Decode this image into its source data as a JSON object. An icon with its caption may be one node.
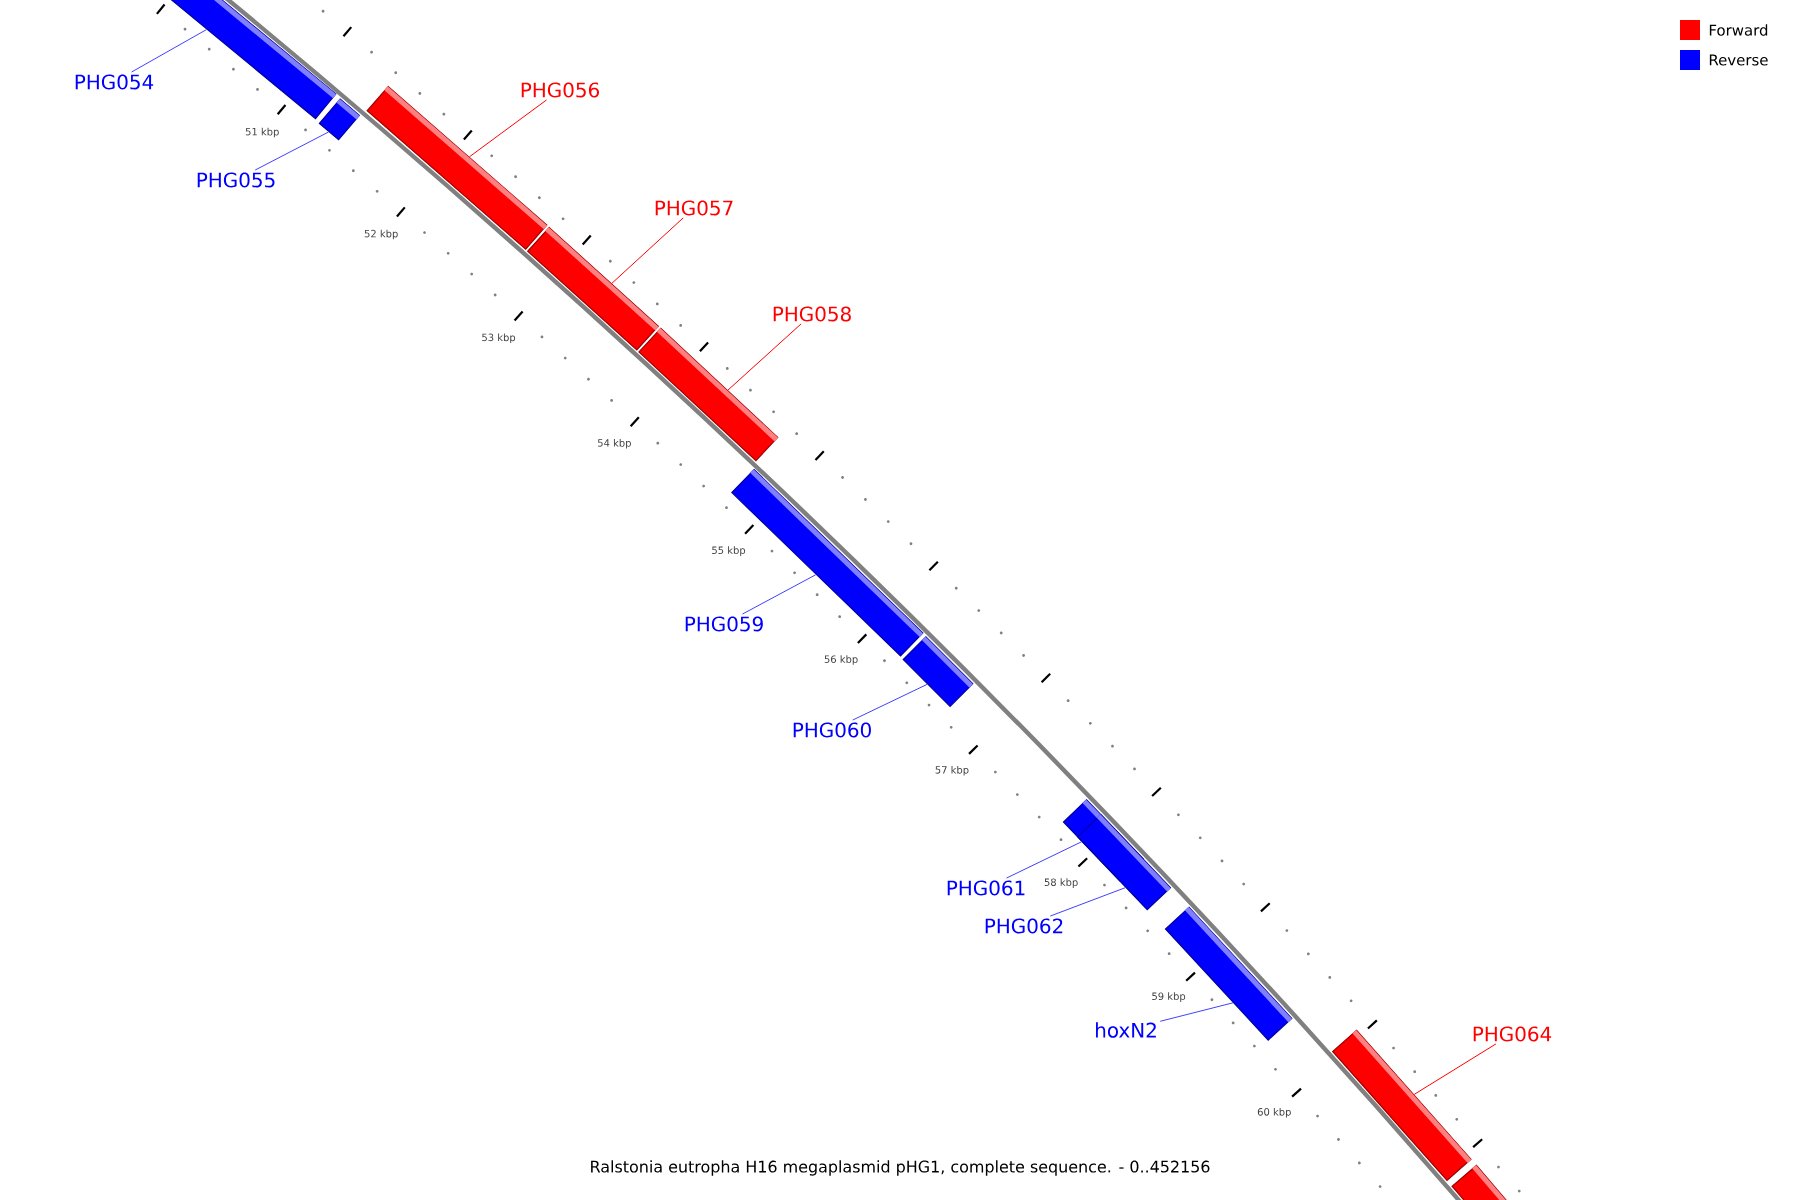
{
  "diagram": {
    "caption": "Ralstonia eutropha H16 megaplasmid pHG1, complete sequence. - 0..452156",
    "nodes": [
      {
        "text": [
          "PHG054"
        ]
      },
      {
        "text": [
          "PHG055"
        ]
      },
      {
        "text": [
          "PHG056"
        ]
      },
      {
        "text": [
          "PHG057"
        ]
      },
      {
        "text": [
          "PHG058"
        ]
      },
      {
        "text": [
          "PHG059"
        ]
      },
      {
        "text": [
          "PHG060"
        ]
      },
      {
        "text": [
          "PHG061"
        ]
      },
      {
        "text": [
          "PHG062"
        ]
      },
      {
        "text": [
          "hoxN2"
        ]
      },
      {
        "text": [
          "PHG064"
        ]
      },
      {
        "text": [],
        "shape": "bar"
      },
      {
        "text": [],
        "shape": "bar"
      },
      {
        "text": [],
        "shape": "bar"
      },
      {
        "text": [],
        "shape": "bar"
      },
      {
        "text": [],
        "shape": "bar"
      },
      {
        "text": [],
        "shape": "bar"
      },
      {
        "text": [],
        "shape": "bar"
      },
      {
        "text": [],
        "shape": "bar"
      },
      {
        "text": [],
        "shape": "bar"
      },
      {
        "text": [],
        "shape": "bar"
      },
      {
        "text": [],
        "shape": "bar"
      },
      {
        "text": [],
        "shape": "bar"
      }
    ],
    "edges": [
      {
        "from": 0,
        "to": 11,
        "arrow": "none"
      },
      {
        "from": 1,
        "to": 12,
        "arrow": "none"
      },
      {
        "from": 2,
        "to": 13,
        "arrow": "none",
        "color": "#ff0000"
      },
      {
        "from": 3,
        "to": 14,
        "arrow": "none",
        "color": "#ff0000"
      },
      {
        "from": 4,
        "to": 15,
        "arrow": "none",
        "color": "#ff0000"
      },
      {
        "from": 5,
        "to": 16,
        "arrow": "none"
      },
      {
        "from": 6,
        "to": 17,
        "arrow": "none"
      },
      {
        "from": 7,
        "to": 18,
        "arrow": "none"
      },
      {
        "from": 8,
        "to": 19,
        "arrow": "none"
      },
      {
        "from": 9,
        "to": 20,
        "arrow": "none"
      },
      {
        "from": 10,
        "to": 21,
        "arrow": "none",
        "color": "#ff0000"
      }
    ],
    "labels": [
      "51 kbp",
      "52 kbp",
      "53 kbp",
      "54 kbp",
      "55 kbp",
      "56 kbp",
      "57 kbp",
      "58 kbp",
      "59 kbp",
      "60 kbp"
    ],
    "legend": [
      {
        "text": "Forward",
        "color": "#ff0000"
      },
      {
        "text": "Reverse",
        "color": "#0000ff"
      }
    ]
  }
}
